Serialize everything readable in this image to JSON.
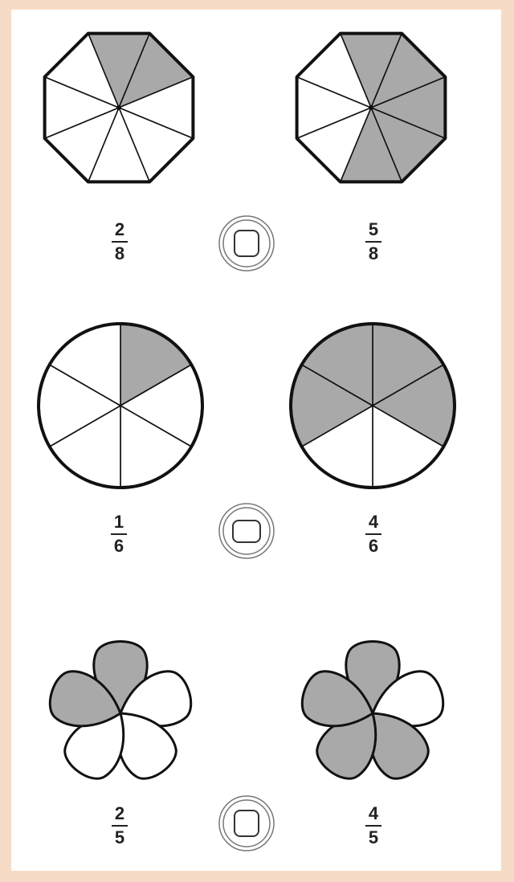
{
  "colors": {
    "background_border": "#f6dcc6",
    "sheet": "#ffffff",
    "shaded": "#a9a9a9",
    "outline": "#111111",
    "text": "#222222"
  },
  "problems": [
    {
      "shape": "octagon",
      "left": {
        "numerator": "2",
        "denominator": "8",
        "shaded": [
          0,
          1
        ]
      },
      "right": {
        "numerator": "5",
        "denominator": "8",
        "shaded": [
          0,
          1,
          2,
          3,
          4
        ]
      },
      "answer": ""
    },
    {
      "shape": "circle",
      "left": {
        "numerator": "1",
        "denominator": "6",
        "shaded": [
          0
        ]
      },
      "right": {
        "numerator": "4",
        "denominator": "6",
        "shaded": [
          0,
          1,
          4,
          5
        ]
      },
      "answer": ""
    },
    {
      "shape": "flower",
      "left": {
        "numerator": "2",
        "denominator": "5",
        "shaded": [
          0,
          4
        ]
      },
      "right": {
        "numerator": "4",
        "denominator": "5",
        "shaded": [
          0,
          2,
          3,
          4
        ]
      },
      "answer": ""
    }
  ]
}
